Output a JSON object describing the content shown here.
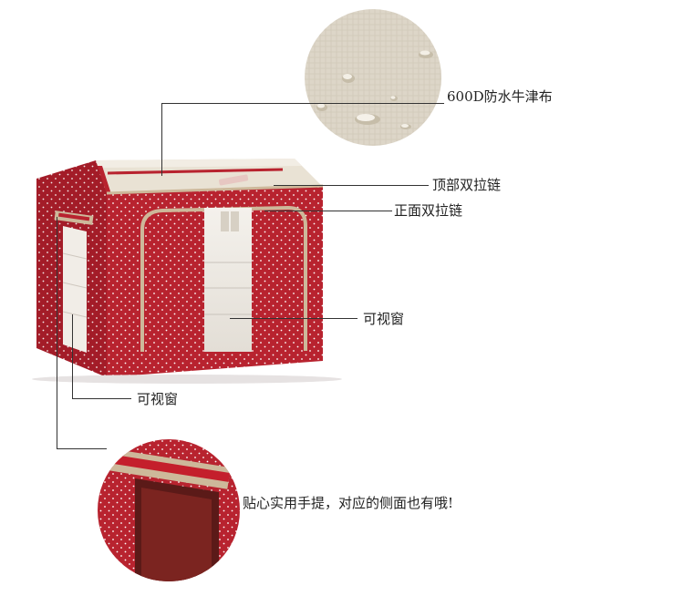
{
  "labels": {
    "fabric": "600D防水牛津布",
    "top_zipper": "顶部双拉链",
    "front_zipper": "正面双拉链",
    "front_window": "可视窗",
    "side_window": "可视窗",
    "handle": "贴心实用手提，对应的侧面也有哦!"
  },
  "colors": {
    "box_red": "#b8232f",
    "dot": "#ffffff",
    "canvas_beige": "#e9e2d4",
    "zipper_tan": "#cdb89a",
    "fabric_beige": "#ddd6c8",
    "leader_line": "#333333"
  }
}
